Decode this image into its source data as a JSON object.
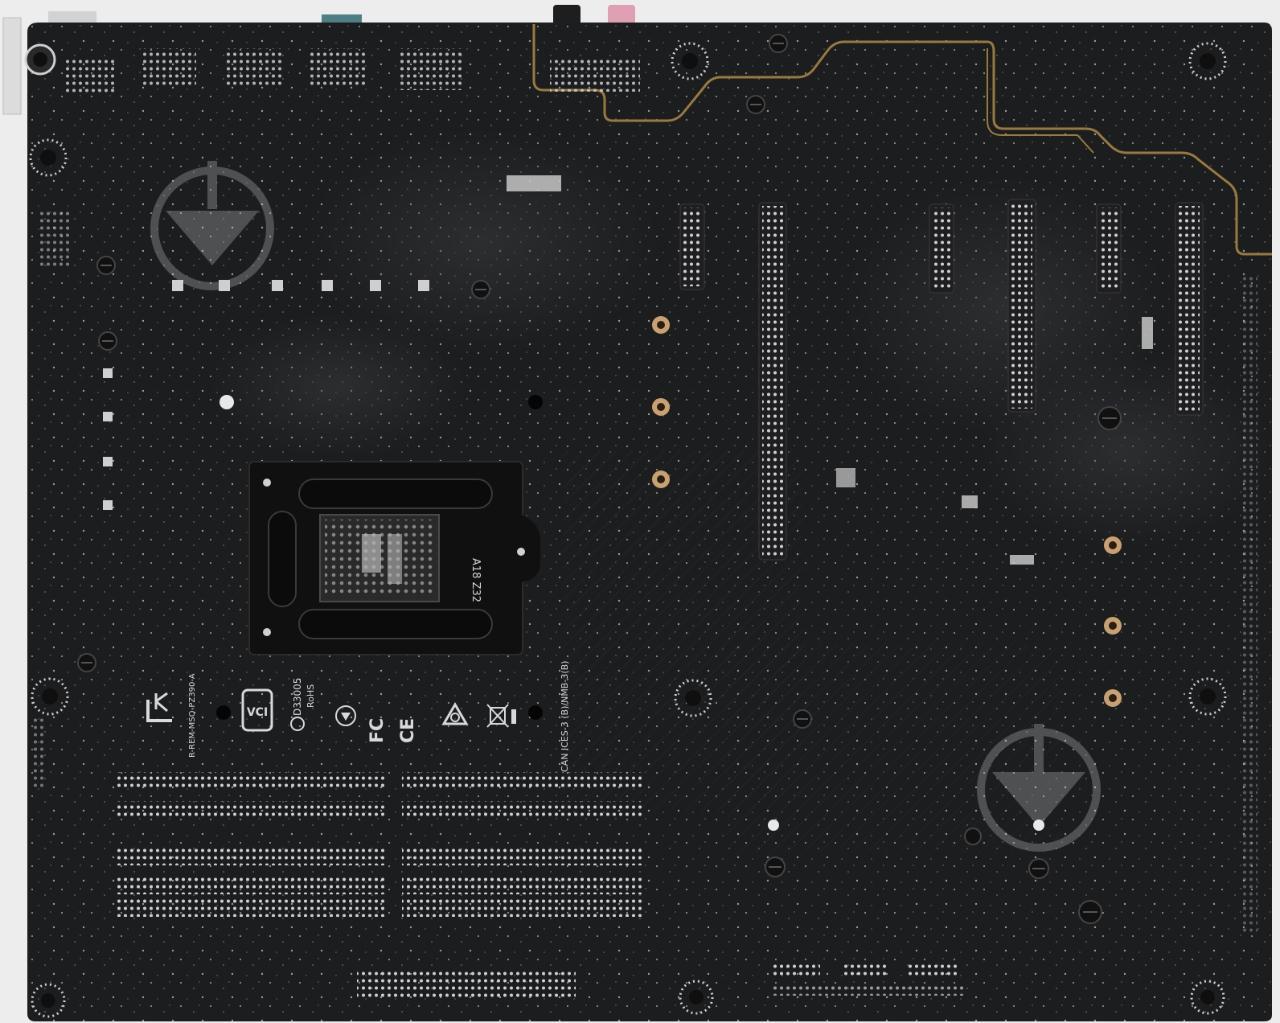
{
  "image": {
    "kind": "photo",
    "subject": "motherboard-rear"
  },
  "silkscreen": {
    "model_id": "R-REM-MSQ-PZ390-A",
    "bsmi": "D33005",
    "rohs": "RoHS",
    "fcc": "FC",
    "ce": "CE",
    "ices": "CAN ICES-3 (B)/NMB-3(B)",
    "bracket_code": "A18 Z32"
  },
  "colors": {
    "background": "#ededed",
    "pcb": "#1c1d1f",
    "pcb_dark": "#141517",
    "trace_gold": "#9a7a3c",
    "copper_ring": "#c9a070",
    "solder_dot": "#c8c8c8",
    "bracket": "#101010"
  }
}
